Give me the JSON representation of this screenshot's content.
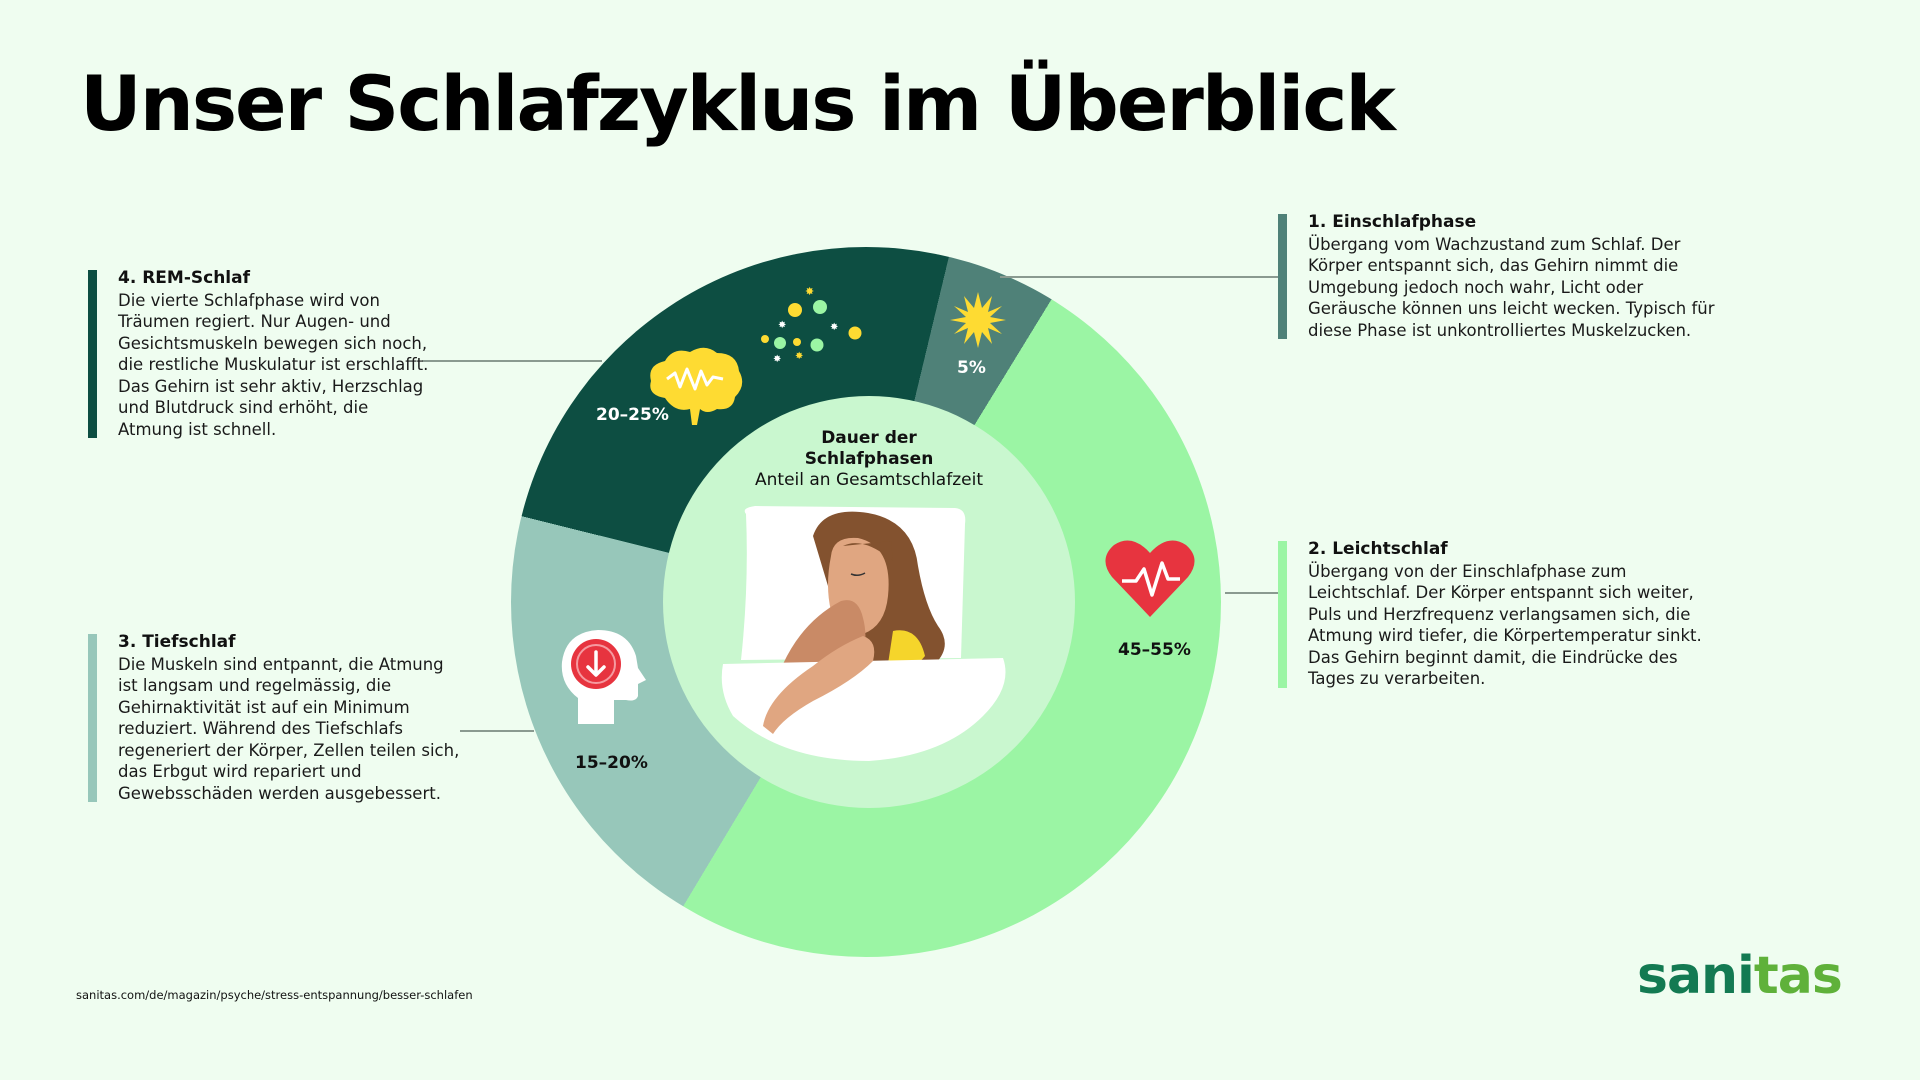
{
  "page": {
    "title": "Unser Schlafzyklus im Überblick",
    "source": "sanitas.com/de/magazin/psyche/stress-entspannung/besser-schlafen",
    "logo": {
      "part1": "sani",
      "part2": "tas"
    },
    "background": "#effdf0"
  },
  "center": {
    "title_line1": "Dauer der",
    "title_line2": "Schlafphasen",
    "subtitle": "Anteil an Gesamtschlafzeit"
  },
  "phases": [
    {
      "title": "1. Einschlafphase",
      "text": "Übergang vom Wachzustand zum Schlaf. Der Körper entspannt sich, das Gehirn nimmt die Umgebung jedoch noch wahr, Licht oder Geräusche können uns leicht wecken. Typisch für diese Phase ist unkontrolliertes Muskelzucken.",
      "share": "5%",
      "color": "#4f8178",
      "icon": "sun-icon"
    },
    {
      "title": "2. Leichtschlaf",
      "text": "Übergang von der Einschlafphase zum Leichtschlaf. Der Körper entspannt sich weiter, Puls und Herzfrequenz verlangsamen sich, die Atmung wird tiefer, die Körpertemperatur sinkt. Das Gehirn beginnt damit, die Eindrücke des Tages zu verarbeiten.",
      "share": "45–55%",
      "color": "#9bf5a4",
      "icon": "heart-pulse-icon"
    },
    {
      "title": "3. Tiefschlaf",
      "text": "Die Muskeln sind entpannt, die Atmung ist langsam und regelmässig, die Gehirnaktivität ist auf ein Minimum reduziert. Während des Tiefschlafs regeneriert der Körper, Zellen teilen sich, das Erbgut wird repariert und Gewebsschäden werden ausgebessert.",
      "share": "15–20%",
      "color": "#97c7ba",
      "icon": "head-down-arrow-icon"
    },
    {
      "title": "4. REM-Schlaf",
      "text": "Die vierte Schlafphase wird von Träumen regiert. Nur Augen- und Gesichtsmuskeln bewegen sich noch, die restliche Muskulatur ist erschlafft. Das Gehirn ist sehr aktiv, Herzschlag und Blutdruck sind erhöht, die Atmung ist schnell.",
      "share": "20–25%",
      "color": "#0d4e42",
      "icon": "brain-wave-icon"
    }
  ],
  "chart_data": {
    "type": "pie",
    "title": "Dauer der Schlafphasen",
    "subtitle": "Anteil an Gesamtschlafzeit",
    "categories": [
      "1. Einschlafphase",
      "2. Leichtschlaf",
      "3. Tiefschlaf",
      "4. REM-Schlaf"
    ],
    "labels": [
      "5%",
      "45–55%",
      "15–20%",
      "20–25%"
    ],
    "values": [
      5,
      50,
      20,
      25
    ],
    "ranges": [
      [
        5,
        5
      ],
      [
        45,
        55
      ],
      [
        15,
        20
      ],
      [
        20,
        25
      ]
    ],
    "colors": [
      "#4f8178",
      "#9bf5a4",
      "#97c7ba",
      "#0d4e42"
    ],
    "donut": true,
    "legend": "callouts"
  }
}
